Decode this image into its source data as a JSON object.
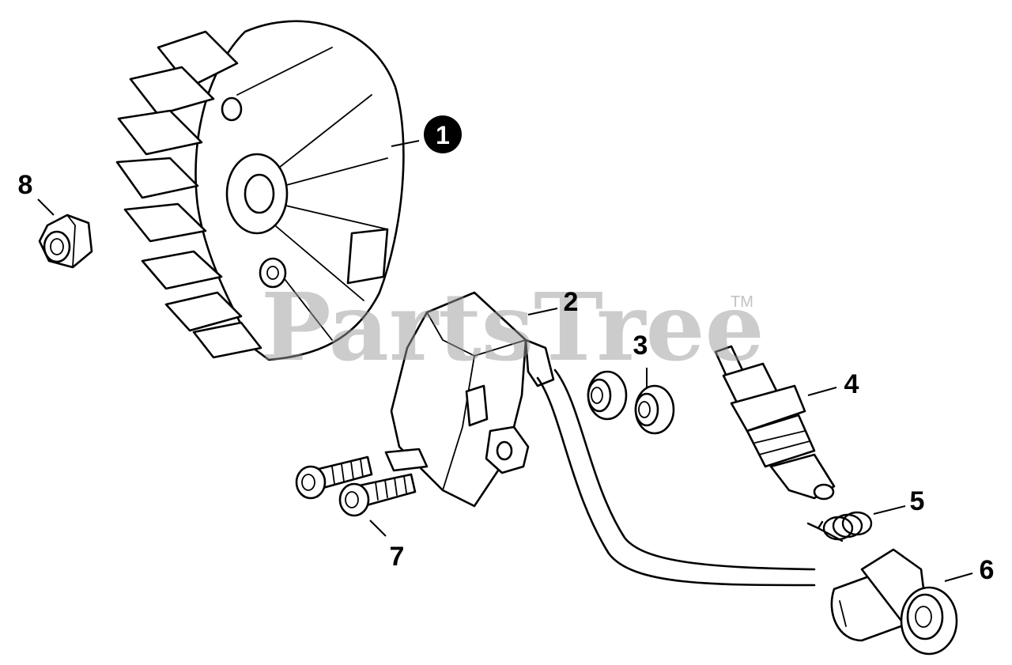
{
  "watermark": {
    "text": "PartsTree",
    "trademark": "TM"
  },
  "callouts": [
    {
      "id": "1",
      "style": "filled-circle",
      "part": "flywheel"
    },
    {
      "id": "2",
      "style": "plain",
      "part": "ignition-coil"
    },
    {
      "id": "3",
      "style": "plain",
      "part": "grommet"
    },
    {
      "id": "4",
      "style": "plain",
      "part": "spark-plug"
    },
    {
      "id": "5",
      "style": "plain",
      "part": "spring"
    },
    {
      "id": "6",
      "style": "plain",
      "part": "spark-plug-boot"
    },
    {
      "id": "7",
      "style": "plain",
      "part": "screws"
    },
    {
      "id": "8",
      "style": "plain",
      "part": "flange-nut"
    }
  ],
  "colors": {
    "line": "#000000",
    "background": "#ffffff",
    "watermark": "#9a9a9a"
  }
}
